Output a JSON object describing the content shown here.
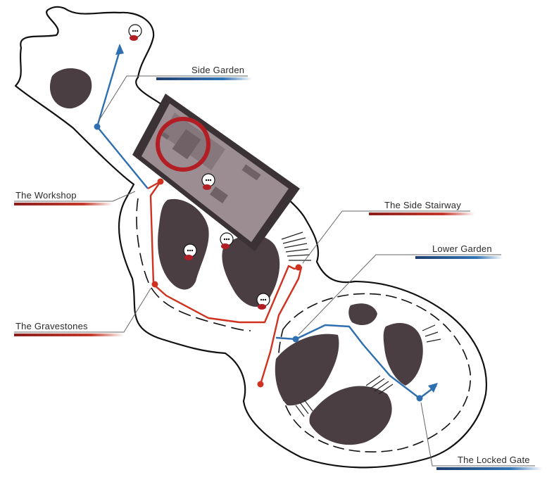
{
  "labels": {
    "side_garden": "Side Garden",
    "workshop": "The Workshop",
    "gravestones": "The Gravestones",
    "side_stairway": "The Side Stairway",
    "lower_garden": "Lower Garden",
    "locked_gate": "The Locked Gate"
  },
  "icons": {
    "speech": "speech-bubble-icon",
    "node": "route-node-icon",
    "arrow": "arrowhead-icon",
    "highlight": "highlight-ring-icon"
  },
  "colors": {
    "red_route": "#d0321f",
    "blue_route": "#2f6fb0",
    "dark_fill": "#4a3e42",
    "building": "#9b8d92",
    "building_wall": "#3b3236",
    "ring": "#b21e24",
    "outline": "#111111",
    "label_line": "#666666"
  }
}
